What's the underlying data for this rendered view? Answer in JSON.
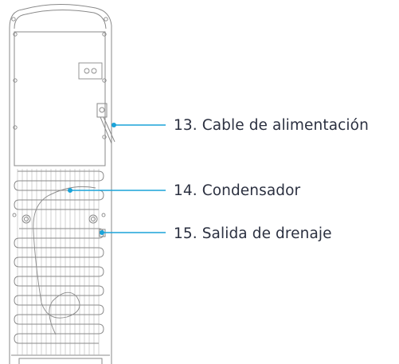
{
  "callouts": [
    {
      "number": "13",
      "label": "13. Cable de alimentación"
    },
    {
      "number": "14",
      "label": "14. Condensador"
    },
    {
      "number": "15",
      "label": "15. Salida de drenaje"
    }
  ],
  "colors": {
    "leader_line": "#1aa3d9",
    "device_outline": "#8a8a8a",
    "text": "#2b3040"
  }
}
